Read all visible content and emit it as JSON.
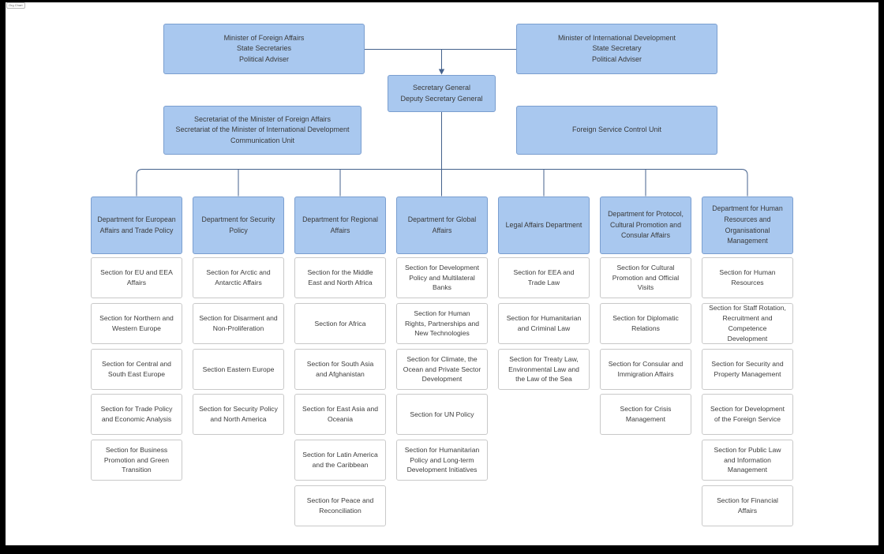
{
  "ui": {
    "corner_button_label": "Org Chart"
  },
  "colors": {
    "node_fill": "#A9C8EF",
    "node_border": "#7A9ECF",
    "section_border": "#C9C9C9",
    "connector": "#44618C",
    "page_background": "#FFFFFF",
    "outer_background": "#000000"
  },
  "org": {
    "top_boxes": {
      "minister_foreign_affairs": "Minister of Foreign Affairs\nState Secretaries\nPolitical Adviser",
      "minister_international_development": "Minister of International Development\nState Secretary\nPolitical Adviser",
      "secretary_general": "Secretary General\nDeputy Secretary General",
      "secretariat": "Secretariat of the Minister of Foreign Affairs\nSecretariat of the Minister of International Development\nCommunication Unit",
      "foreign_service_control_unit": "Foreign Service Control Unit"
    },
    "departments": [
      {
        "label": "Department for European Affairs and Trade Policy",
        "sections": [
          "Section for EU and EEA Affairs",
          "Section for Northern and Western Europe",
          "Section for Central and South East Europe",
          "Section for Trade Policy and Economic Analysis",
          "Section for Business Promotion and Green Transition"
        ]
      },
      {
        "label": "Department for Security Policy",
        "sections": [
          "Section for Arctic and Antarctic Affairs",
          "Section for Disarment and Non-Proliferation",
          "Section Eastern Europe",
          "Section for Security Policy and North America"
        ]
      },
      {
        "label": "Department for Regional Affairs",
        "sections": [
          "Section for the Middle East and North Africa",
          "Section for Africa",
          "Section for South Asia and Afghanistan",
          "Section for East Asia and Oceania",
          "Section for Latin America and the Caribbean",
          "Section for Peace and Reconciliation"
        ]
      },
      {
        "label": "Department for Global Affairs",
        "sections": [
          "Section for Development Policy and Multilateral Banks",
          "Section for Human Rights, Partnerships and New Technologies",
          "Section for Climate, the Ocean and Private Sector Development",
          "Section for UN Policy",
          "Section for Humanitarian Policy and Long-term Development Initiatives"
        ]
      },
      {
        "label": "Legal Affairs Department",
        "sections": [
          "Section for EEA and Trade Law",
          "Section for Humanitarian and Criminal Law",
          "Section for Treaty Law, Environmental Law and the Law of the Sea"
        ]
      },
      {
        "label": "Department for Protocol, Cultural Promotion and Consular Affairs",
        "sections": [
          "Section for Cultural Promotion and Official Visits",
          "Section for Diplomatic Relations",
          "Section for Consular and Immigration Affairs",
          "Section for Crisis Management"
        ]
      },
      {
        "label": "Department for Human Resources and Organisational Management",
        "sections": [
          "Section for Human Resources",
          "Section for Staff Rotation, Recruitment and Competence Development",
          "Section for Security and Property Management",
          "Section for Development of the Foreign Service",
          "Section for Public Law and Information Management",
          "Section for Financial Affairs"
        ]
      }
    ]
  }
}
